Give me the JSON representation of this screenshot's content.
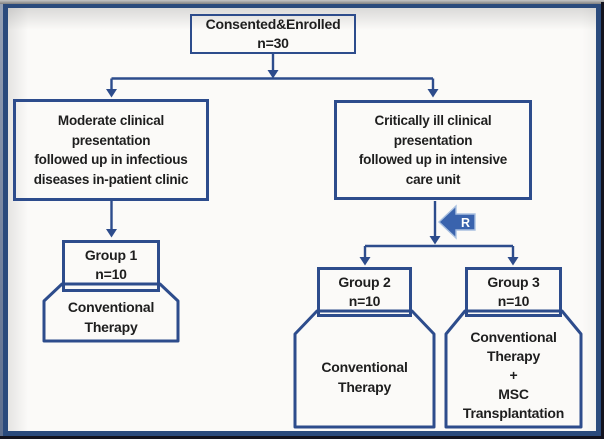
{
  "flowchart": {
    "consented": {
      "line1": "Consented&Enrolled",
      "line2": "n=30"
    },
    "moderate": {
      "lines": [
        "Moderate clinical",
        "presentation",
        "followed up in infectious",
        "diseases in-patient clinic"
      ]
    },
    "critical": {
      "lines": [
        "Critically ill clinical",
        "presentation",
        "followed up in intensive",
        "care unit"
      ]
    },
    "group1": {
      "name": "Group 1",
      "n": "n=10",
      "therapy": [
        "Conventional",
        "Therapy"
      ]
    },
    "group2": {
      "name": "Group 2",
      "n": "n=10",
      "therapy": [
        "Conventional",
        "Therapy"
      ]
    },
    "group3": {
      "name": "Group 3",
      "n": "n=10",
      "therapy": [
        "Conventional",
        "Therapy",
        "+",
        "MSC",
        "Transplantation"
      ]
    },
    "randomization_label": "R",
    "colors": {
      "line_navy": "#2d4c8c",
      "frame_navy": "#2a4a7c",
      "arrow_fill": "#3a63ad",
      "text": "#1e1e1e"
    }
  }
}
